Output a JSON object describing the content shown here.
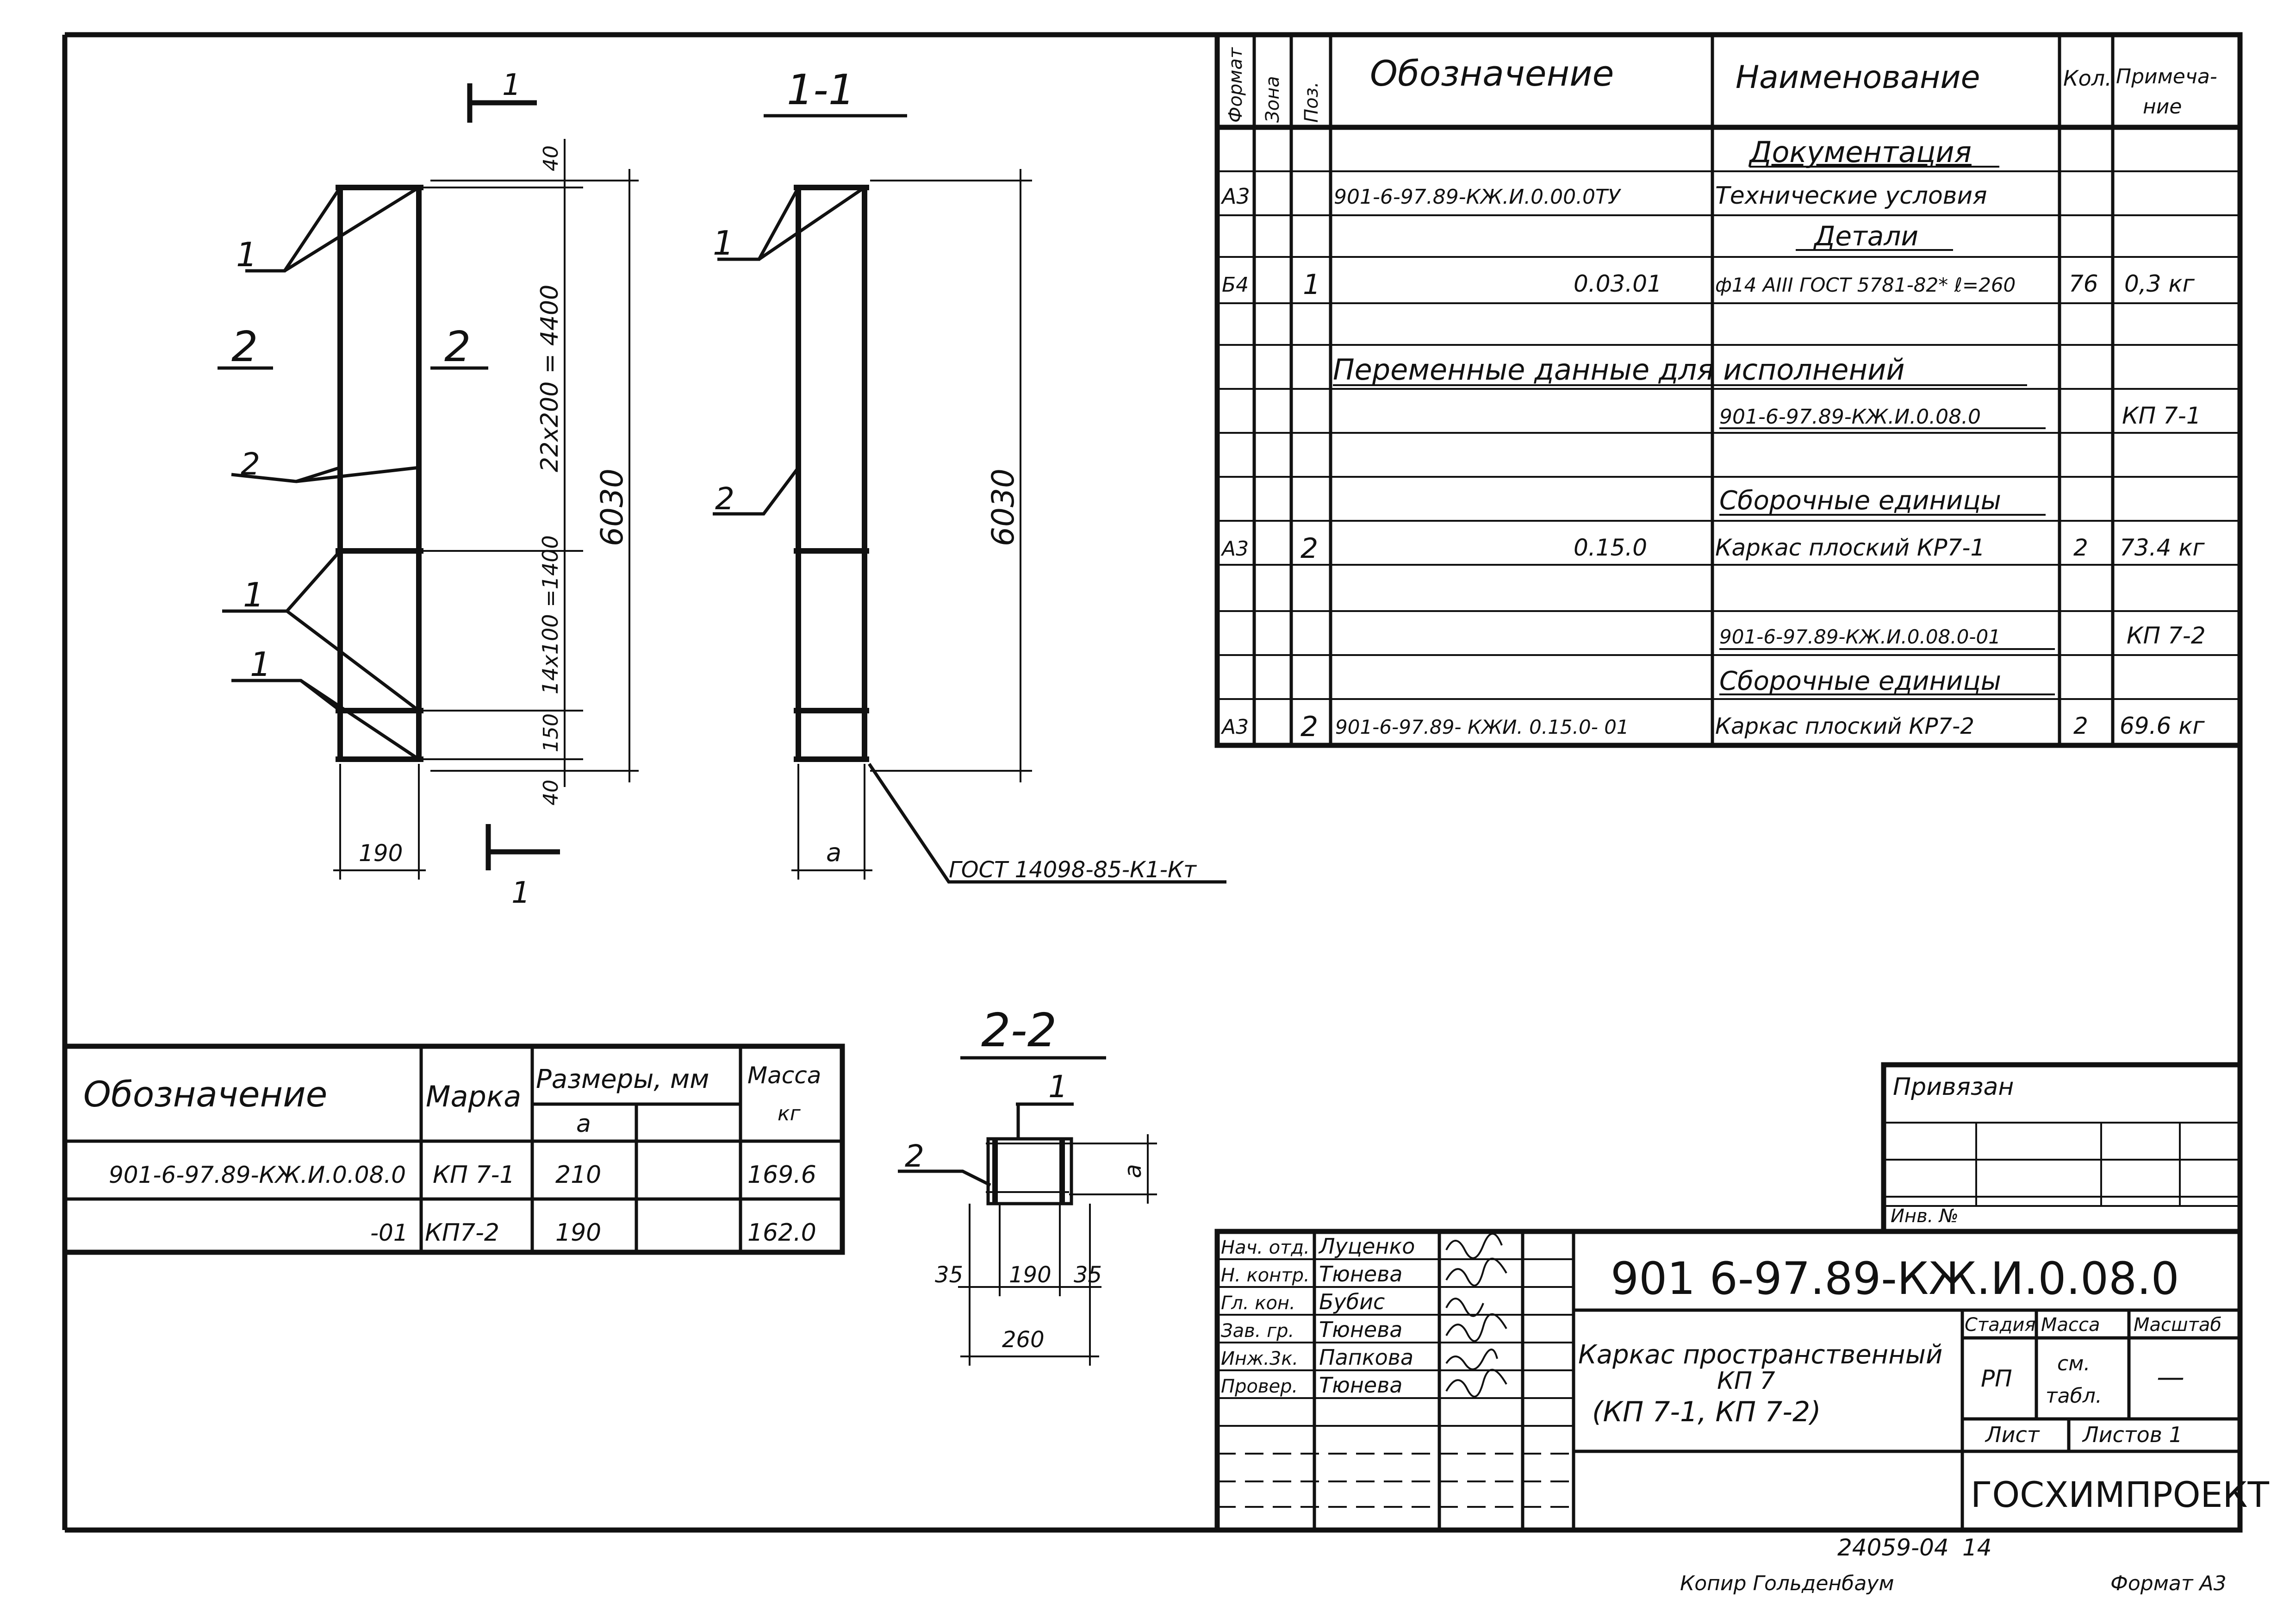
{
  "spec": {
    "col_headers": [
      "Формат",
      "Зона",
      "Поз.",
      "Обозначение",
      "Наименование",
      "Кол.",
      "Примеча-",
      "ние"
    ],
    "rows": [
      {
        "format": "",
        "pos": "",
        "designation": "",
        "name": "Документация",
        "qty": "",
        "note": ""
      },
      {
        "format": "А3",
        "pos": "",
        "designation": "901-6-97.89-КЖ.И.0.00.0ТУ",
        "name": "Технические условия",
        "qty": "",
        "note": ""
      },
      {
        "format": "",
        "pos": "",
        "designation": "",
        "name": "Детали",
        "qty": "",
        "note": ""
      },
      {
        "format": "Б4",
        "pos": "1",
        "designation": "0.03.01",
        "name": "ф14 АIII ГОСТ 5781-82* ℓ=260",
        "qty": "76",
        "note": "0,3 кг"
      },
      {
        "format": "",
        "pos": "",
        "designation": "",
        "name": "",
        "qty": "",
        "note": ""
      },
      {
        "format": "",
        "pos": "",
        "designation": "Переменные   данные   для   исполнений",
        "name": "",
        "qty": "",
        "note": ""
      },
      {
        "format": "",
        "pos": "",
        "designation": "",
        "name": "901-6-97.89-КЖ.И.0.08.0",
        "qty": "",
        "note": "КП 7-1"
      },
      {
        "format": "",
        "pos": "",
        "designation": "",
        "name": "",
        "qty": "",
        "note": ""
      },
      {
        "format": "",
        "pos": "",
        "designation": "",
        "name": "Сборочные  единицы",
        "qty": "",
        "note": ""
      },
      {
        "format": "А3",
        "pos": "2",
        "designation": "0.15.0",
        "name": "Каркас   плоский КР7-1",
        "qty": "2",
        "note": "73.4 кг"
      },
      {
        "format": "",
        "pos": "",
        "designation": "",
        "name": "",
        "qty": "",
        "note": ""
      },
      {
        "format": "",
        "pos": "",
        "designation": "",
        "name": "901-6-97.89-КЖ.И.0.08.0-01",
        "qty": "",
        "note": "КП 7-2"
      },
      {
        "format": "",
        "pos": "",
        "designation": "",
        "name": "Сборочные    единицы",
        "qty": "",
        "note": ""
      },
      {
        "format": "А3",
        "pos": "2",
        "designation": "901-6-97.89- КЖИ. 0.15.0- 01",
        "name": "Каркас плоский  КР7-2",
        "qty": "2",
        "note": "69.6 кг"
      }
    ]
  },
  "drawing": {
    "cut_mark": "1",
    "section_title_11": "1-1",
    "section_title_22": "2-2",
    "callout_1": "1",
    "callout_2": "2",
    "dims": {
      "d40_top": "40",
      "d22x200": "22х200 = 4400",
      "d14x100": "14х100 =1400",
      "d150": "150",
      "d40_bottom": "40",
      "d6030": "6030",
      "d190": "190",
      "da": "а",
      "gost_weld": "ГОСТ 14098-85-К1-Кт",
      "d35_left": "35",
      "d35_right": "35",
      "d190_b": "190",
      "d260": "260"
    }
  },
  "variants": {
    "h_designation": "Обозначение",
    "h_mark": "Марка",
    "h_sizes": "Размеры, мм",
    "h_a": "а",
    "h_mass": "Масса",
    "h_mass_unit": "кг",
    "rows": [
      {
        "designation": "901-6-97.89-КЖ.И.0.08.0",
        "mark": "КП 7-1",
        "a": "210",
        "mass": "169.6"
      },
      {
        "designation": "-01",
        "mark": "КП7-2",
        "a": "190",
        "mass": "162.0"
      }
    ]
  },
  "titleblock": {
    "privyazan": "Привязан",
    "inv": "Инв. №",
    "roles": [
      {
        "role": "Нач. отд.",
        "name": "Луценко"
      },
      {
        "role": "Н. контр.",
        "name": "Тюнева"
      },
      {
        "role": "Гл. кон.",
        "name": "Бубис"
      },
      {
        "role": "Зав. гр.",
        "name": "Тюнева"
      },
      {
        "role": "Инж.3к.",
        "name": "Папкова"
      },
      {
        "role": "Провер.",
        "name": "Тюнева"
      }
    ],
    "code": "901 6-97.89-КЖ.И.0.08.0",
    "title_line1": "Каркас пространственный",
    "title_line2": "КП 7",
    "title_line3": "(КП 7-1,  КП 7-2)",
    "stage_h": "Стадия",
    "mass_h": "Масса",
    "scale_h": "Масштаб",
    "stage": "РП",
    "mass_v1": "см.",
    "mass_v2": "табл.",
    "scale": "—",
    "sheet_h": "Лист",
    "sheets_h": "Листов 1",
    "org": "ГОСХИМПРОЕКТ"
  },
  "footer": {
    "number": "24059-04",
    "page": "14",
    "copier": "Копир Гольденбаум",
    "format": "Формат А3"
  }
}
